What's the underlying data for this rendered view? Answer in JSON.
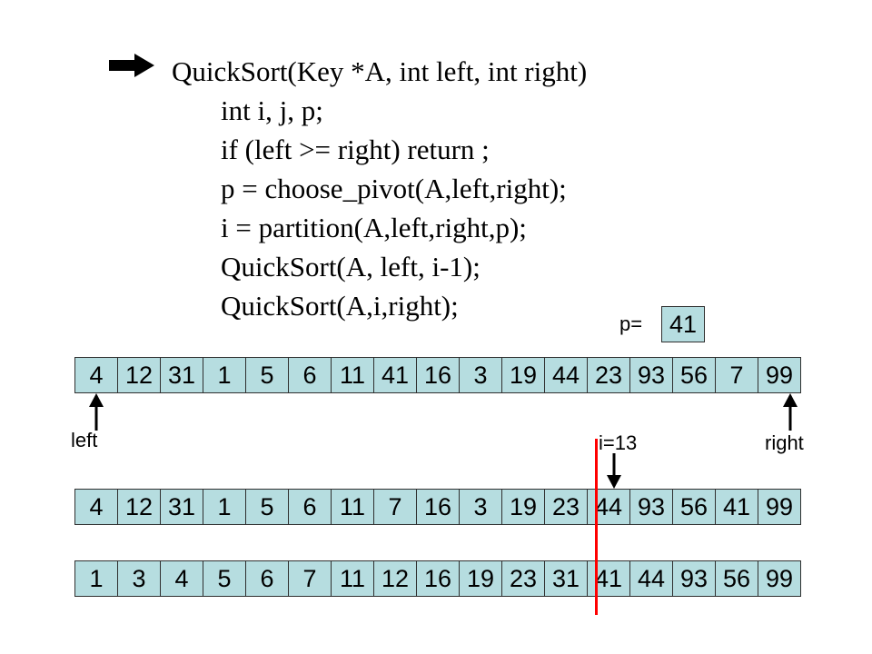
{
  "code": {
    "signature": "QuickSort(Key *A, int left, int right)",
    "lines": [
      "int i, j, p;",
      "if (left >= right) return ;",
      "p = choose_pivot(A,left,right);",
      "i = partition(A,left,right,p);",
      "QuickSort(A, left, i-1);",
      "QuickSort(A,i,right);"
    ]
  },
  "pivot": {
    "label": "p=",
    "value": "41"
  },
  "arrays": {
    "initial": [
      "4",
      "12",
      "31",
      "1",
      "5",
      "6",
      "11",
      "41",
      "16",
      "3",
      "19",
      "44",
      "23",
      "93",
      "56",
      "7",
      "99"
    ],
    "partitioned": [
      "4",
      "12",
      "31",
      "1",
      "5",
      "6",
      "11",
      "7",
      "16",
      "3",
      "19",
      "23",
      "44",
      "93",
      "56",
      "41",
      "99"
    ],
    "sorted": [
      "1",
      "3",
      "4",
      "5",
      "6",
      "7",
      "11",
      "12",
      "16",
      "19",
      "23",
      "31",
      "41",
      "44",
      "93",
      "56",
      "99"
    ]
  },
  "pointers": {
    "left": "left",
    "right": "right",
    "i": "i=13"
  },
  "colors": {
    "cell_fill": "#b6dde0",
    "split_line": "#ff0000",
    "arrow": "#000000"
  },
  "icons": {
    "current_line": "arrow-right-icon"
  }
}
